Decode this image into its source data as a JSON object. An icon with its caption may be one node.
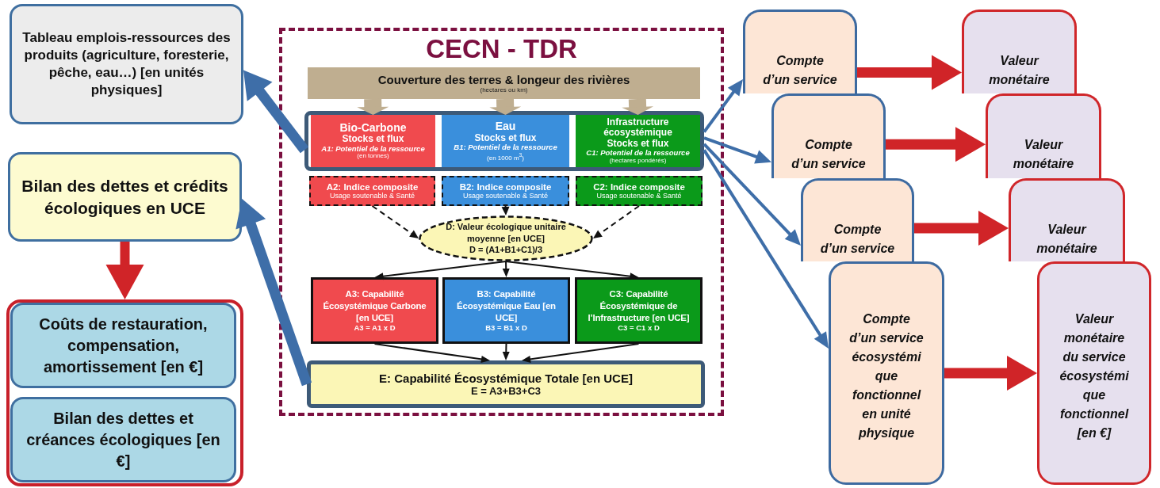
{
  "diagram": {
    "nodes": [
      {
        "text": [
          "Tableau emplois-ressources des produits (agriculture, foresterie, pêche, eau…) [en unités physiques]"
        ]
      },
      {
        "text": [
          "Bilan des dettes et crédits écologiques en UCE"
        ]
      },
      {
        "text": [],
        "shape": "box"
      },
      {
        "text": [
          "Coûts de restauration, compensation, amortissement [en €]"
        ],
        "in": 2
      },
      {
        "text": [
          "Bilan des dettes et créances écologiques [en €]"
        ],
        "in": 2
      },
      {
        "text": [
          "CECN - TDR"
        ]
      },
      {
        "text": [
          "Couverture des terres & longeur des rivières",
          "(hectares ou km)"
        ],
        "in": 5
      },
      {
        "text": [],
        "shape": "box",
        "in": 5
      },
      {
        "text": [
          "Bio-Carbone",
          "Stocks et flux",
          "A1: Potentiel de la ressource",
          "(en tonnes)"
        ],
        "in": 7
      },
      {
        "text": [
          "Eau",
          "Stocks et flux",
          "B1: Potentiel de la ressource",
          "(en 1000 m$^{3}$)"
        ],
        "in": 7
      },
      {
        "text": [
          "Infrastructure écosystémique",
          "Stocks et flux",
          "C1: Potentiel de la ressource",
          "(hectares pondérés)"
        ],
        "in": 7
      },
      {
        "text": [
          "A2: Indice composite",
          "Usage soutenable & Santé"
        ],
        "in": 5
      },
      {
        "text": [
          "B2: Indice composite",
          "Usage soutenable & Santé"
        ],
        "in": 5
      },
      {
        "text": [
          "C2: Indice composite",
          "Usage soutenable & Santé"
        ],
        "in": 5
      },
      {
        "text": [
          "D: Valeur écologique unitaire moyenne [en UCE]",
          "D = (A1+B1+C1)/3"
        ],
        "in": 5
      },
      {
        "text": [
          "A3: Capabilité Écosystémique Carbone [en UCE]",
          "A3 = A1 x D"
        ],
        "in": 5
      },
      {
        "text": [
          "B3: Capabilité Écosystémique Eau [en UCE]",
          "B3 = B1 x D"
        ],
        "in": 5
      },
      {
        "text": [
          "C3: Capabilité Écosystémique de l’Infrastructure [en UCE]",
          "C3 = C1 x D"
        ],
        "in": 5
      },
      {
        "text": [
          "E: Capabilité Écosystémique Totale [en UCE]",
          "E = A3+B3+C3"
        ],
        "in": 5
      },
      {
        "text": [
          "Compte d’un service"
        ]
      },
      {
        "text": [
          "Compte d’un service"
        ]
      },
      {
        "text": [
          "Compte d’un service"
        ]
      },
      {
        "text": [
          "Compte d’un service écosystémi que fonctionnel en unité physique"
        ]
      },
      {
        "text": [
          "Valeur monétaire"
        ]
      },
      {
        "text": [
          "Valeur monétaire"
        ]
      },
      {
        "text": [
          "Valeur monétaire"
        ]
      },
      {
        "text": [
          "Valeur monétaire du service écosystémi que fonctionnel [en €]"
        ]
      }
    ],
    "edges": [
      {
        "from": 7,
        "to": 0,
        "arrow": "to",
        "style": "thick",
        "color": "#3e6ea8"
      },
      {
        "from": 18,
        "to": 1,
        "arrow": "to",
        "style": "thick",
        "color": "#3e6ea8"
      },
      {
        "from": 1,
        "to": 2,
        "arrow": "to",
        "style": "thick",
        "color": "#d02428"
      },
      {
        "from": 6,
        "to": 8,
        "arrow": "to",
        "style": "thick",
        "color": "#bfae90"
      },
      {
        "from": 6,
        "to": 9,
        "arrow": "to",
        "style": "thick",
        "color": "#bfae90"
      },
      {
        "from": 6,
        "to": 10,
        "arrow": "to",
        "style": "thick",
        "color": "#bfae90"
      },
      {
        "from": 11,
        "to": 14,
        "arrow": "to",
        "style": "dashed"
      },
      {
        "from": 12,
        "to": 14,
        "arrow": "to",
        "style": "dashed"
      },
      {
        "from": 13,
        "to": 14,
        "arrow": "to",
        "style": "dashed"
      },
      {
        "from": 14,
        "to": 15,
        "arrow": "to"
      },
      {
        "from": 14,
        "to": 16,
        "arrow": "to"
      },
      {
        "from": 14,
        "to": 17,
        "arrow": "to"
      },
      {
        "from": 15,
        "to": 18,
        "arrow": "to"
      },
      {
        "from": 16,
        "to": 18,
        "arrow": "to"
      },
      {
        "from": 17,
        "to": 18,
        "arrow": "to"
      },
      {
        "from": 7,
        "to": 19,
        "arrow": "to",
        "color": "#3e6ea8"
      },
      {
        "from": 7,
        "to": 20,
        "arrow": "to",
        "color": "#3e6ea8"
      },
      {
        "from": 7,
        "to": 21,
        "arrow": "to",
        "color": "#3e6ea8"
      },
      {
        "from": 7,
        "to": 22,
        "arrow": "to",
        "color": "#3e6ea8"
      },
      {
        "from": 19,
        "to": 23,
        "arrow": "to",
        "style": "thick",
        "color": "#d02428"
      },
      {
        "from": 20,
        "to": 24,
        "arrow": "to",
        "style": "thick",
        "color": "#d02428"
      },
      {
        "from": 21,
        "to": 25,
        "arrow": "to",
        "style": "thick",
        "color": "#d02428"
      },
      {
        "from": 22,
        "to": 26,
        "arrow": "to",
        "style": "thick",
        "color": "#d02428"
      }
    ]
  }
}
